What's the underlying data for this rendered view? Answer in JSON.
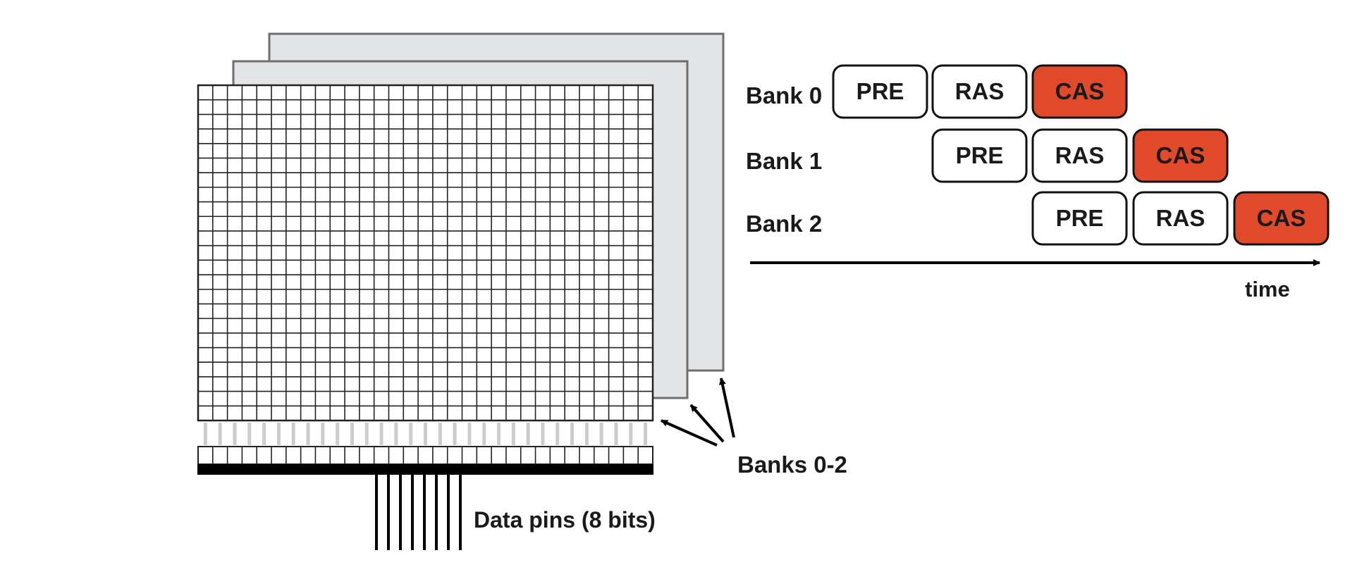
{
  "banks_label": "Banks 0-2",
  "data_pins_label": "Data pins (8 bits)",
  "time_label": "time",
  "colors": {
    "grid_line": "#222222",
    "back_bank_fill": "#e3e4e6",
    "back_bank_stroke": "#6e6e6e",
    "cas_fill": "#e0492a",
    "cell_fill": "#ffffff",
    "bus": "#000000"
  },
  "bank_count": 3,
  "grid": {
    "columns": 31,
    "rows": 23,
    "row_buffer_cells": 31,
    "data_pins": 8
  },
  "timeline": {
    "rows": [
      {
        "label": "Bank 0",
        "steps": [
          {
            "text": "PRE",
            "highlight": false
          },
          {
            "text": "RAS",
            "highlight": false
          },
          {
            "text": "CAS",
            "highlight": true
          }
        ]
      },
      {
        "label": "Bank 1",
        "steps": [
          {
            "text": "PRE",
            "highlight": false
          },
          {
            "text": "RAS",
            "highlight": false
          },
          {
            "text": "CAS",
            "highlight": true
          }
        ]
      },
      {
        "label": "Bank 2",
        "steps": [
          {
            "text": "PRE",
            "highlight": false
          },
          {
            "text": "RAS",
            "highlight": false
          },
          {
            "text": "CAS",
            "highlight": true
          }
        ]
      }
    ]
  }
}
